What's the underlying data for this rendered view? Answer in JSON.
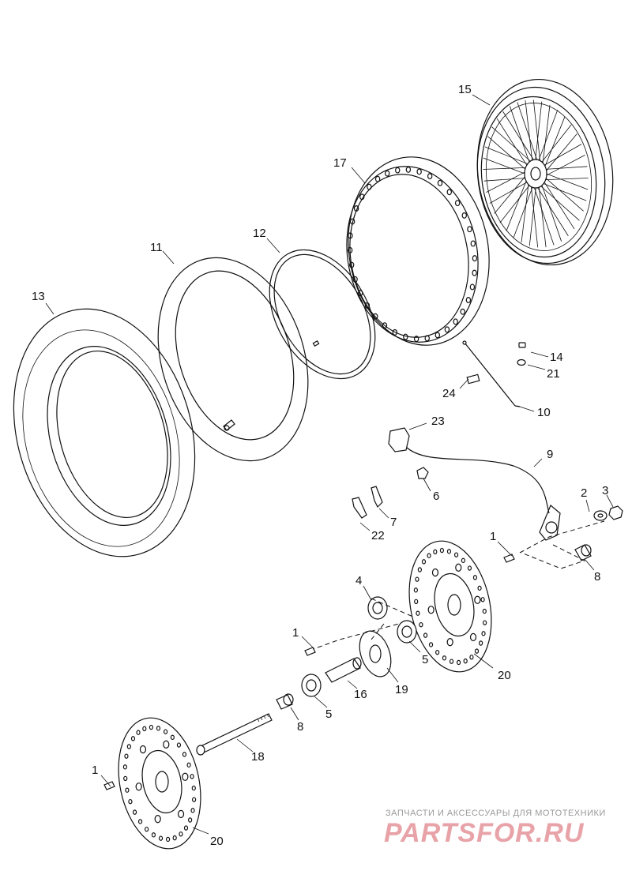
{
  "callouts": {
    "c1a": "1",
    "c1b": "1",
    "c1c": "1",
    "c2": "2",
    "c3": "3",
    "c4": "4",
    "c5a": "5",
    "c5b": "5",
    "c6": "6",
    "c7": "7",
    "c8a": "8",
    "c8b": "8",
    "c9": "9",
    "c10": "10",
    "c11": "11",
    "c12": "12",
    "c13": "13",
    "c14": "14",
    "c15": "15",
    "c16": "16",
    "c17": "17",
    "c18": "18",
    "c19": "19",
    "c20a": "20",
    "c20b": "20",
    "c21": "21",
    "c22": "22",
    "c23": "23",
    "c24": "24"
  },
  "watermark": {
    "tagline": "ЗАПЧАСТИ И АКСЕССУАРЫ ДЛЯ МОТОТЕХНИКИ",
    "brand": "PARTSFOR.RU"
  }
}
